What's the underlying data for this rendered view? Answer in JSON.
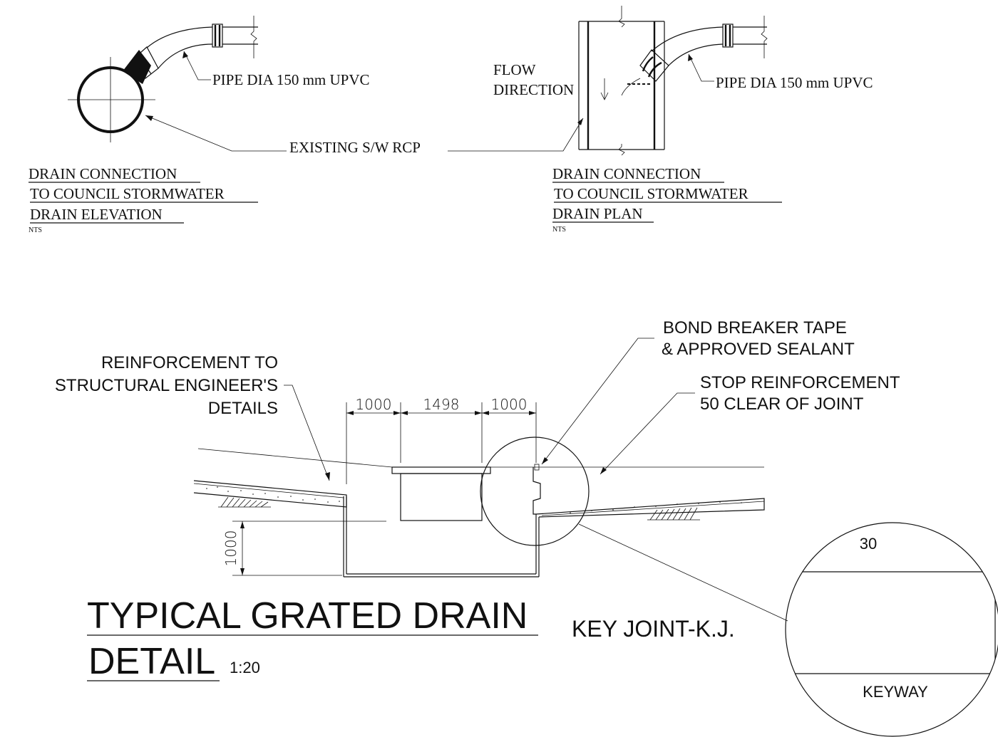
{
  "top_left": {
    "pipe_label": "PIPE DIA 150 mm UPVC",
    "title_lines": [
      "DRAIN CONNECTION",
      "TO COUNCIL STORMWATER",
      "DRAIN ELEVATION"
    ],
    "scale": "NTS"
  },
  "top_right": {
    "flow_lines": [
      "FLOW",
      "DIRECTION"
    ],
    "pipe_label": "PIPE DIA 150 mm UPVC",
    "title_lines": [
      "DRAIN CONNECTION",
      "TO COUNCIL STORMWATER",
      "DRAIN PLAN"
    ],
    "scale": "NTS"
  },
  "shared": {
    "existing_label": "EXISTING S/W RCP"
  },
  "section": {
    "reinforcement_lines": [
      "REINFORCEMENT TO",
      "STRUCTURAL ENGINEER'S",
      "DETAILS"
    ],
    "bond_lines": [
      "BOND BREAKER TAPE",
      "& APPROVED SEALANT"
    ],
    "stop_lines": [
      "STOP REINFORCEMENT",
      "50 CLEAR OF JOINT"
    ],
    "dims_top": [
      "1000",
      "1498",
      "1000"
    ],
    "dim_side": "1000",
    "title_line1": "TYPICAL GRATED DRAIN",
    "title_line2": "DETAIL",
    "scale": "1:20",
    "key_joint": "KEY JOINT-K.J."
  },
  "detail": {
    "dim": "30",
    "keyway": "KEYWAY"
  }
}
